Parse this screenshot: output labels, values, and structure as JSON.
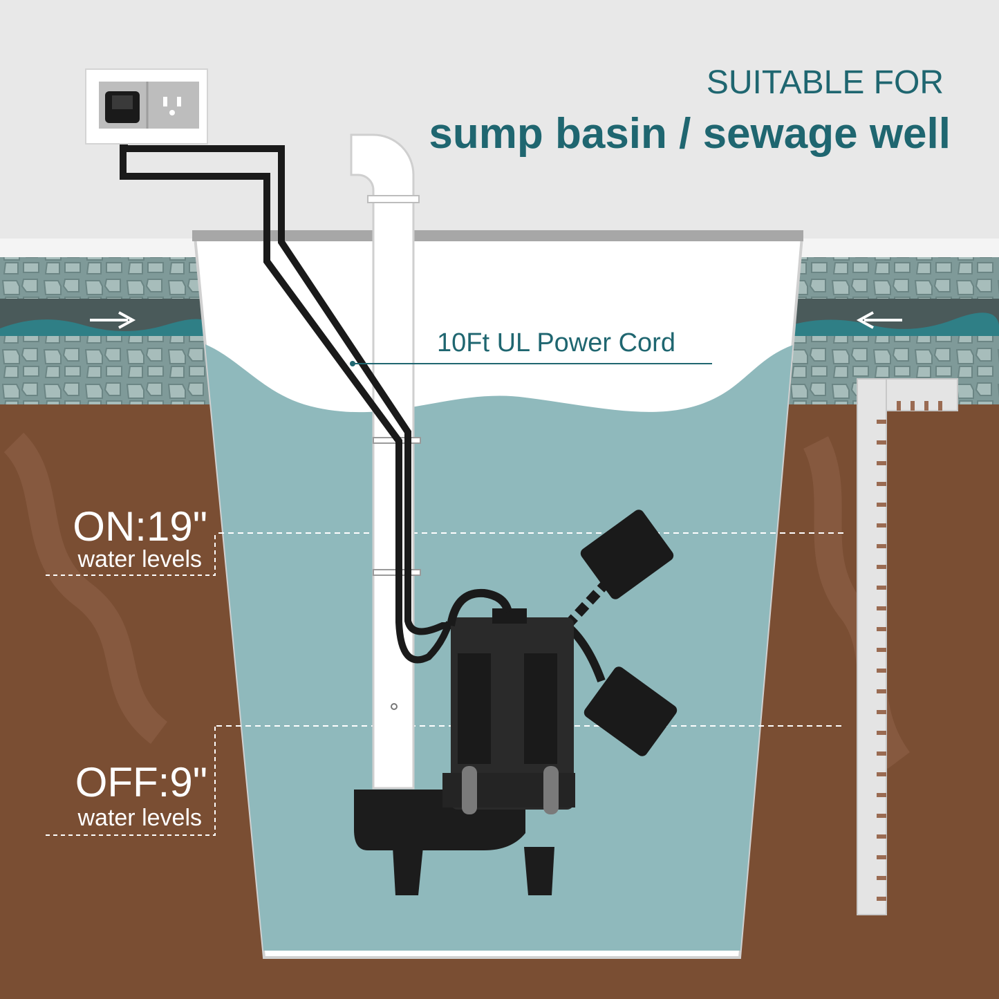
{
  "heading": {
    "line1": "SUITABLE FOR",
    "line2": "sump basin / sewage well"
  },
  "callout": {
    "label": "10Ft UL Power Cord"
  },
  "levels": {
    "on_value": "ON:19\"",
    "on_caption": "water levels",
    "off_value": "OFF:9\"",
    "off_caption": "water levels"
  },
  "colors": {
    "accent": "#1f6670",
    "water": "#8fb9bc",
    "soil": "#7a4e33",
    "stone": "#7f9a99",
    "sky": "#ececec",
    "pump": "#2a2a2a",
    "level_text": "#ffffff"
  },
  "icons": [
    "power-plug-icon",
    "wall-outlet-icon",
    "inflow-arrow-icon",
    "ruler-icon"
  ]
}
